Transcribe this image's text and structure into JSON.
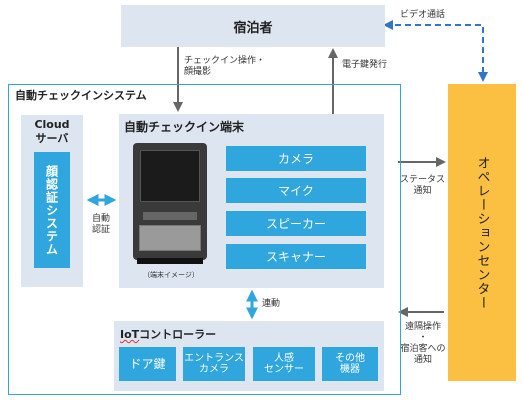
{
  "guest": {
    "label": "宿泊者"
  },
  "system": {
    "title": "自動チェックインシステム"
  },
  "cloud": {
    "title_line1": "Cloud",
    "title_line2": "サーバ",
    "face_auth": "顔認証システム"
  },
  "terminal": {
    "title": "自動チェックイン端末",
    "device_caption": "（端末イメージ）",
    "components": [
      "カメラ",
      "マイク",
      "スピーカー",
      "スキャナー"
    ]
  },
  "iot": {
    "title_prefix": "IoT",
    "title_rest": "コントローラー",
    "devices": [
      {
        "line1": "ドア鍵",
        "line2": ""
      },
      {
        "line1": "エントランス",
        "line2": "カメラ"
      },
      {
        "line1": "人感",
        "line2": "センサー"
      },
      {
        "line1": "その他",
        "line2": "機器"
      }
    ]
  },
  "ops_center": {
    "label": "オペレーションセンター"
  },
  "labels": {
    "checkin_op_line1": "チェックイン操作・",
    "checkin_op_line2": "顔撮影",
    "e_key": "電子鍵発行",
    "video_call": "ビデオ通話",
    "auto_auth_line1": "自動",
    "auto_auth_line2": "認証",
    "link": "連動",
    "status_line1": "ステータス",
    "status_line2": "通知",
    "remote_line1": "遠隔操作",
    "remote_line2": "・",
    "remote_line3": "宿泊客への",
    "remote_line4": "通知"
  },
  "colors": {
    "blue": "#2fa6de",
    "panel": "#dde5f0",
    "orange": "#fbc042"
  }
}
